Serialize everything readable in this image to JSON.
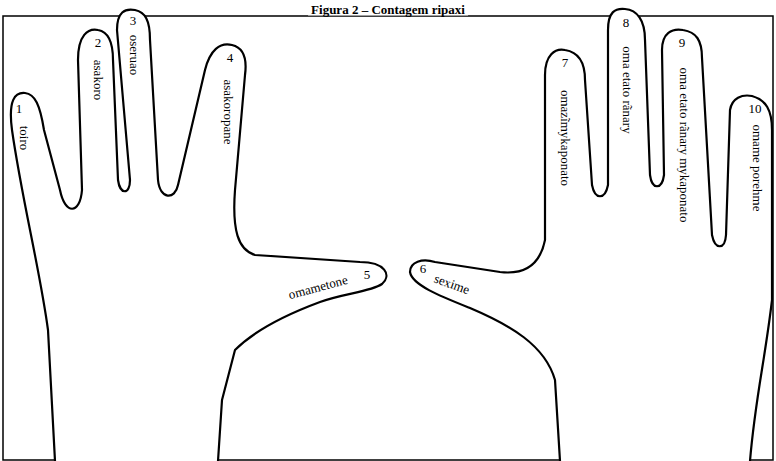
{
  "diagram": {
    "title": "Figura 2 – Contagem ripaxi",
    "labels": [
      "1",
      "toiro",
      "2",
      "asakoro",
      "3",
      "oseruao",
      "4",
      "asakoropane",
      "5",
      "omametone",
      "6",
      "sexime",
      "7",
      "omazĩmykaponato",
      "8",
      "oma etato rãnary",
      "9",
      "oma etato rãnary mykaponato",
      "10",
      "omame porehme"
    ]
  }
}
